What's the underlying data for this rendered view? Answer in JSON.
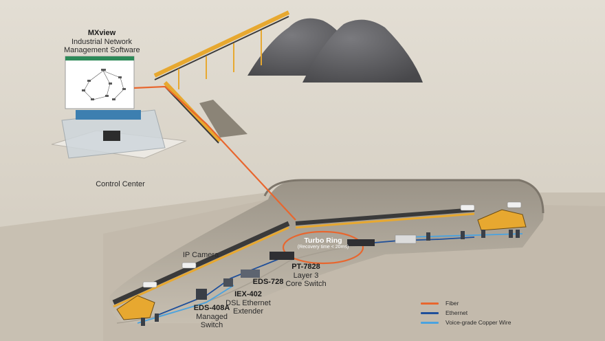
{
  "software": {
    "name": "MXview",
    "description_line1": "Industrial Network",
    "description_line2": "Management Software"
  },
  "control_center_label": "Control Center",
  "turbo_ring": {
    "title": "Turbo Ring",
    "subtitle": "(Recovery time < 20ms)"
  },
  "devices": {
    "ip_camera": "IP Camera",
    "pt7828": {
      "model": "PT-7828",
      "line1": "Layer 3",
      "line2": "Core Switch"
    },
    "eds728": {
      "model": "EDS-728"
    },
    "iex402": {
      "model": "IEX-402",
      "line1": "DSL Ethernet",
      "line2": "Extender"
    },
    "eds408a": {
      "model": "EDS-408A",
      "line1": "Managed",
      "line2": "Switch"
    }
  },
  "legend": [
    {
      "label": "Fiber",
      "color": "#e8662e"
    },
    {
      "label": "Ethernet",
      "color": "#1f4f9a"
    },
    {
      "label": "Voice-grade Copper Wire",
      "color": "#4aa3e0"
    }
  ],
  "colors": {
    "fiber": "#e8662e",
    "ethernet": "#1f4f9a",
    "copper": "#4aa3e0",
    "conveyor": "#e7a830",
    "ground": "#d9d4ca",
    "rock": "#5b5b5e"
  }
}
